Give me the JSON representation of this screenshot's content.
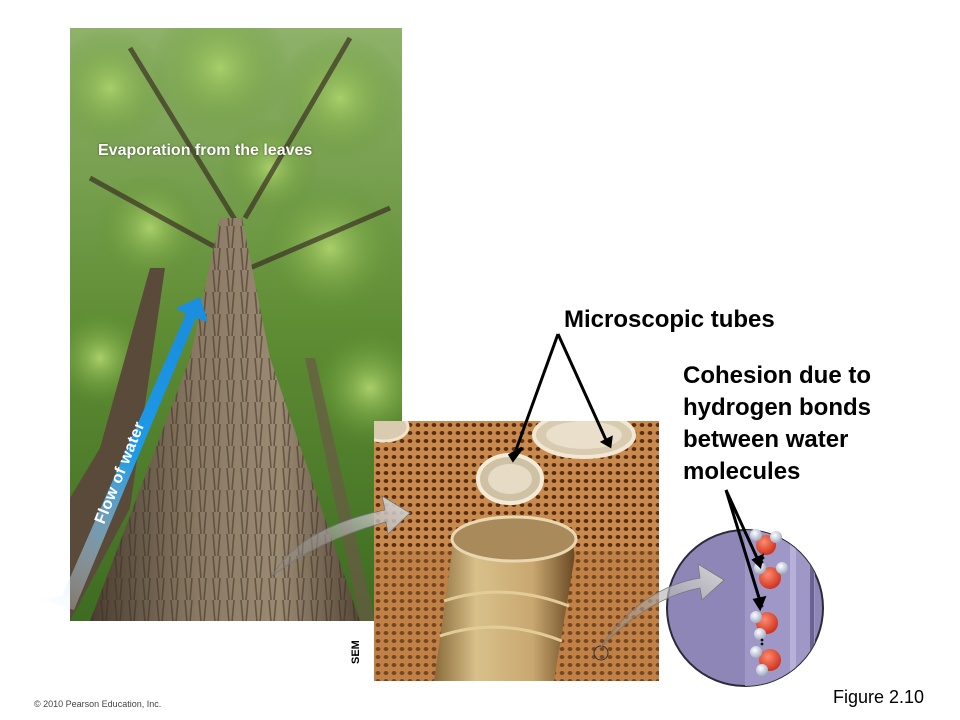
{
  "labels": {
    "evaporation": "Evaporation from the leaves",
    "flow": "Flow of water",
    "microscopic_tubes": "Microscopic tubes",
    "cohesion": "Cohesion due to\nhydrogen bonds\nbetween water\nmolecules",
    "sem": "SEM",
    "figure": "Figure 2.10",
    "copyright": "© 2010 Pearson Education, Inc."
  },
  "colors": {
    "flow_arrow": "#1e9be8",
    "callout_arrow": "#c8c8c8",
    "tube_circle_bg": "#8f86b8",
    "oxygen": "#e4412c",
    "hydrogen": "#c7cfe0",
    "bark": "#7a6a56",
    "foliage": "#6f9c3a"
  }
}
